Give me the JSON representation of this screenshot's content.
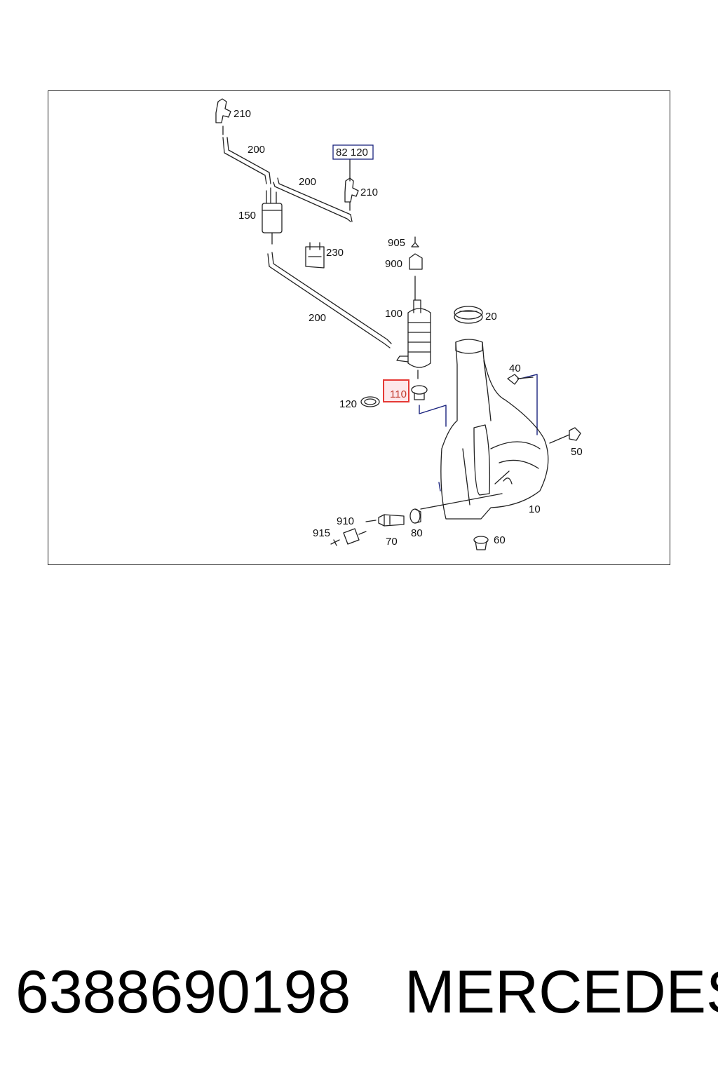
{
  "diagram": {
    "callouts": {
      "c210a": "210",
      "c200a": "200",
      "c82120": "82 120",
      "c200b": "200",
      "c210b": "210",
      "c150": "150",
      "c230": "230",
      "c905": "905",
      "c900": "900",
      "c100": "100",
      "c20": "20",
      "c200c": "200",
      "c40": "40",
      "c110": "110",
      "c120": "120",
      "c50": "50",
      "c10": "10",
      "c910": "910",
      "c915": "915",
      "c70": "70",
      "c80": "80",
      "c60": "60"
    },
    "highlight_color": "#e53935",
    "highlight_fill": "#fde7ea",
    "reference_box_color": "#1a237e"
  },
  "caption": {
    "part_number": "6388690198",
    "brand": "MERCEDES"
  }
}
